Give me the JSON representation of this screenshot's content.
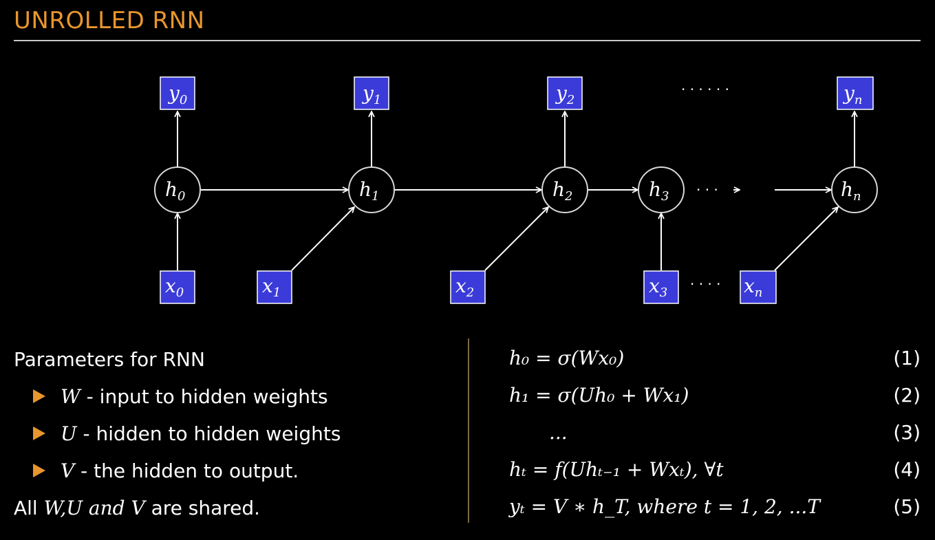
{
  "title": "UNROLLED RNN",
  "diagram": {
    "outputs": {
      "y0": {
        "base": "y",
        "sub": "0"
      },
      "y1": {
        "base": "y",
        "sub": "1"
      },
      "y2": {
        "base": "y",
        "sub": "2"
      },
      "yn": {
        "base": "y",
        "sub": "n"
      }
    },
    "hidden": {
      "h0": {
        "base": "h",
        "sub": "0"
      },
      "h1": {
        "base": "h",
        "sub": "1"
      },
      "h2": {
        "base": "h",
        "sub": "2"
      },
      "h3": {
        "base": "h",
        "sub": "3"
      },
      "hn": {
        "base": "h",
        "sub": "n"
      }
    },
    "inputs": {
      "x0": {
        "base": "x",
        "sub": "0"
      },
      "x1": {
        "base": "x",
        "sub": "1"
      },
      "x2": {
        "base": "x",
        "sub": "2"
      },
      "x3": {
        "base": "x",
        "sub": "3"
      },
      "xn": {
        "base": "x",
        "sub": "n"
      }
    },
    "top_ellipsis": "· · · · · ·",
    "mid_ellipsis": "· · ·",
    "bottom_ellipsis": "· · · ·",
    "colors": {
      "node_fill": "#3b3bd9",
      "node_border": "#ffffff",
      "circle_stroke": "#d9d9d9",
      "arrow": "#ffffff"
    }
  },
  "parameters": {
    "heading": "Parameters for RNN",
    "items": [
      {
        "var": "W",
        "text": " - input to hidden weights"
      },
      {
        "var": "U",
        "text": " - hidden to hidden weights"
      },
      {
        "var": "V",
        "text": " - the hidden to output."
      }
    ],
    "shared_prefix": "All ",
    "shared_vars": "W,U and V",
    "shared_suffix": " are shared."
  },
  "equations": [
    {
      "text": "h₀ = σ(Wx₀)",
      "num": "(1)"
    },
    {
      "text": "h₁ = σ(Uh₀ + Wx₁)",
      "num": "(2)"
    },
    {
      "text": "...",
      "num": "(3)"
    },
    {
      "text": "hₜ = f(Uhₜ₋₁ + Wxₜ), ∀t",
      "num": "(4)"
    },
    {
      "text": "yₜ = V ∗ h_T, where t = 1, 2, ...T",
      "num": "(5)"
    }
  ],
  "accent": "#e8962e"
}
